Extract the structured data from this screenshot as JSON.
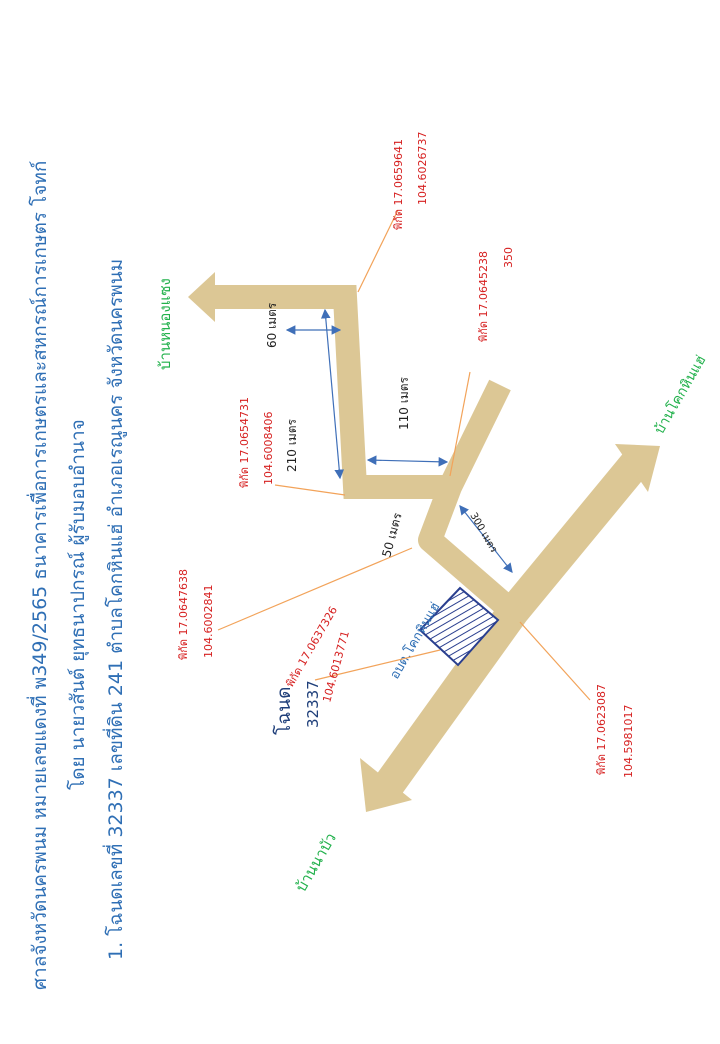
{
  "header": {
    "line1": "ศาลจังหวัดนครพนม หมายเลขแดงที่ พ349/2565 ธนาคารเพื่อการเกษตรและสหกรณ์การเกษตร โจทก์",
    "line2": "โดย นายวสันต์ ยุทธนาปกรณ์ ผู้รับมอบอำนาจ",
    "line3": "1. โฉนดเลขที่ 32337 เลขที่ดิน 241 ตำบลโคกหินแฮ่ อำเภอเรณูนคร จังหวัดนครพนม"
  },
  "places": {
    "north": "บ้านหนองแซง",
    "east": "บ้านโคกหินแฮ่",
    "south": "บ้านนาบัว",
    "landmark": "อบต.โคกหินแฮ่"
  },
  "parcel": {
    "title": "โฉนด",
    "number": "32337"
  },
  "distances": {
    "d60": "60 เมตร",
    "d210": "210 เมตร",
    "d110": "110 เมตร",
    "d50": "50 เมตร",
    "d300": "300 เมตร"
  },
  "coordinates": [
    {
      "label": "พิกัด 17.0659641",
      "value": "104.6026737"
    },
    {
      "label": "พิกัด 17.0645238",
      "value": "350"
    },
    {
      "label": "พิกัด 17.0654731",
      "value": "104.6008406"
    },
    {
      "label": "พิกัด 17.0647638",
      "value": "104.6002841"
    },
    {
      "label": "พิกัด 17.0637326",
      "value": "104.6013771"
    },
    {
      "label": "พิกัด 17.0623087",
      "value": "104.5981017"
    }
  ],
  "colors": {
    "title": "#2f6fb5",
    "road": "#dcc795",
    "road_edge": "#c9b07a",
    "coord": "#d62020",
    "place": "#22b14c",
    "parcel_text": "#1f3f7a",
    "arrow": "#f2a35a",
    "dimension": "#3f6fb8"
  }
}
